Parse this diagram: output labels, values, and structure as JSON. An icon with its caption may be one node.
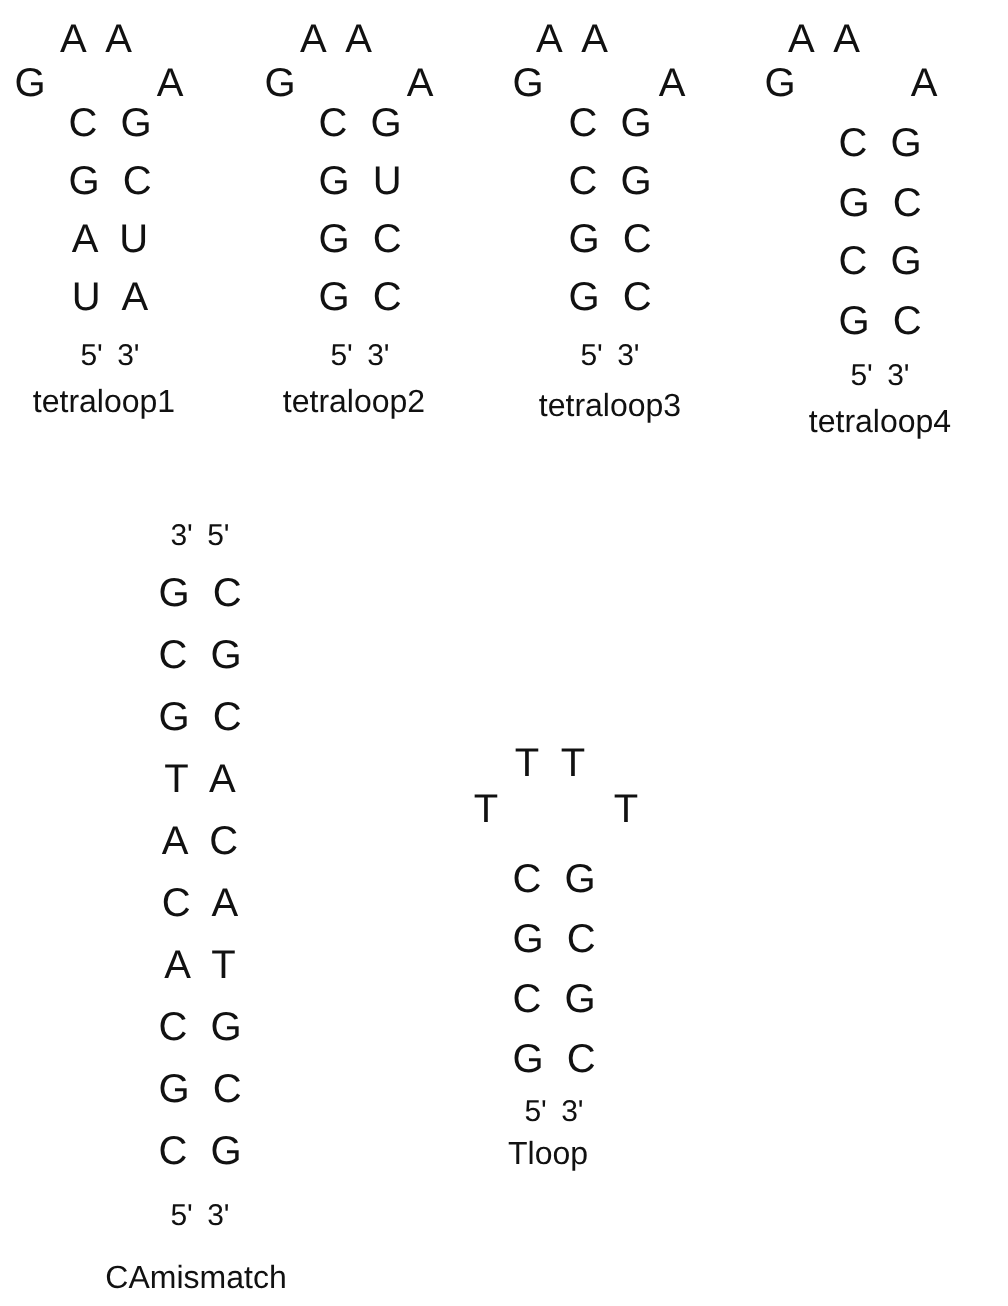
{
  "diagram": {
    "labels": [
      "A A",
      "G",
      "A",
      "C G",
      "G C",
      "A U",
      "U A",
      "5' 3'",
      "tetraloop1",
      "A A",
      "G",
      "A",
      "C G",
      "G U",
      "G C",
      "G C",
      "5' 3'",
      "tetraloop2",
      "A A",
      "G",
      "A",
      "C G",
      "C G",
      "G C",
      "G C",
      "5' 3'",
      "tetraloop3",
      "A A",
      "G",
      "A",
      "C G",
      "G C",
      "C G",
      "G C",
      "5' 3'",
      "tetraloop4",
      "3' 5'",
      "G C",
      "C G",
      "G C",
      "T A",
      "A C",
      "C A",
      "A T",
      "C G",
      "G C",
      "C G",
      "5' 3'",
      "CAmismatch",
      "T T",
      "T",
      "T",
      "C G",
      "G C",
      "C G",
      "G C",
      "5' 3'",
      "Tloop"
    ]
  }
}
